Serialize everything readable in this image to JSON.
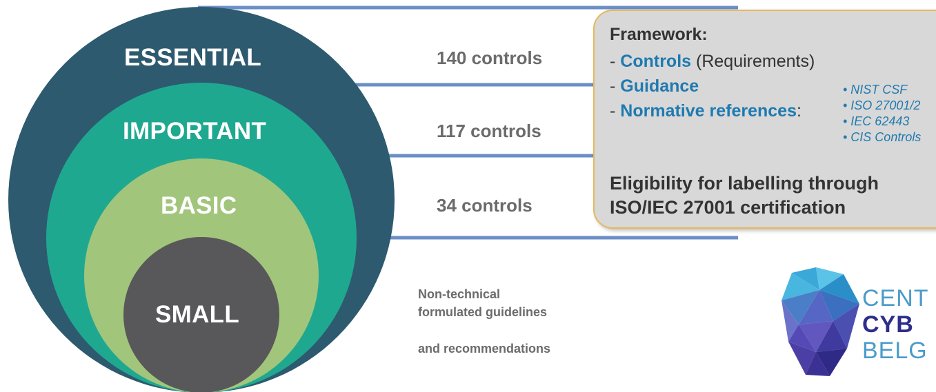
{
  "levels": {
    "essential": "ESSENTIAL",
    "important": "IMPORTANT",
    "basic": "BASIC",
    "small": "SMALL"
  },
  "controls": {
    "essential": "140 controls",
    "important": "117 controls",
    "basic": "34 controls"
  },
  "small_note": {
    "line1": "Non-technical",
    "line2": "formulated guidelines",
    "line3": "and recommendations"
  },
  "framework": {
    "title": "Framework:",
    "item1_prefix": "- ",
    "item1_bold": "Controls",
    "item1_rest": " (Requirements)",
    "item2_prefix": "- ",
    "item2_bold": "Guidance",
    "item3_prefix": "- ",
    "item3_bold": "Normative references",
    "item3_rest": ":",
    "references": [
      "• NIST CSF",
      "• ISO 27001/2",
      "• IEC 62443",
      "• CIS Controls"
    ],
    "eligibility_line1": "Eligibility for labelling through",
    "eligibility_line2": "ISO/IEC 27001 certification"
  },
  "logo": {
    "line1": "CENT",
    "line2": "CYB",
    "line3": "BELG"
  },
  "colors": {
    "essential": "#2d5a6e",
    "important": "#1fa890",
    "basic": "#a2c57c",
    "small": "#58585a",
    "connector": "#6b8fc6",
    "highlight": "#1f7ab0",
    "logo_text": "#4a9bc9",
    "logo_text_dark": "#2e2e8a"
  }
}
